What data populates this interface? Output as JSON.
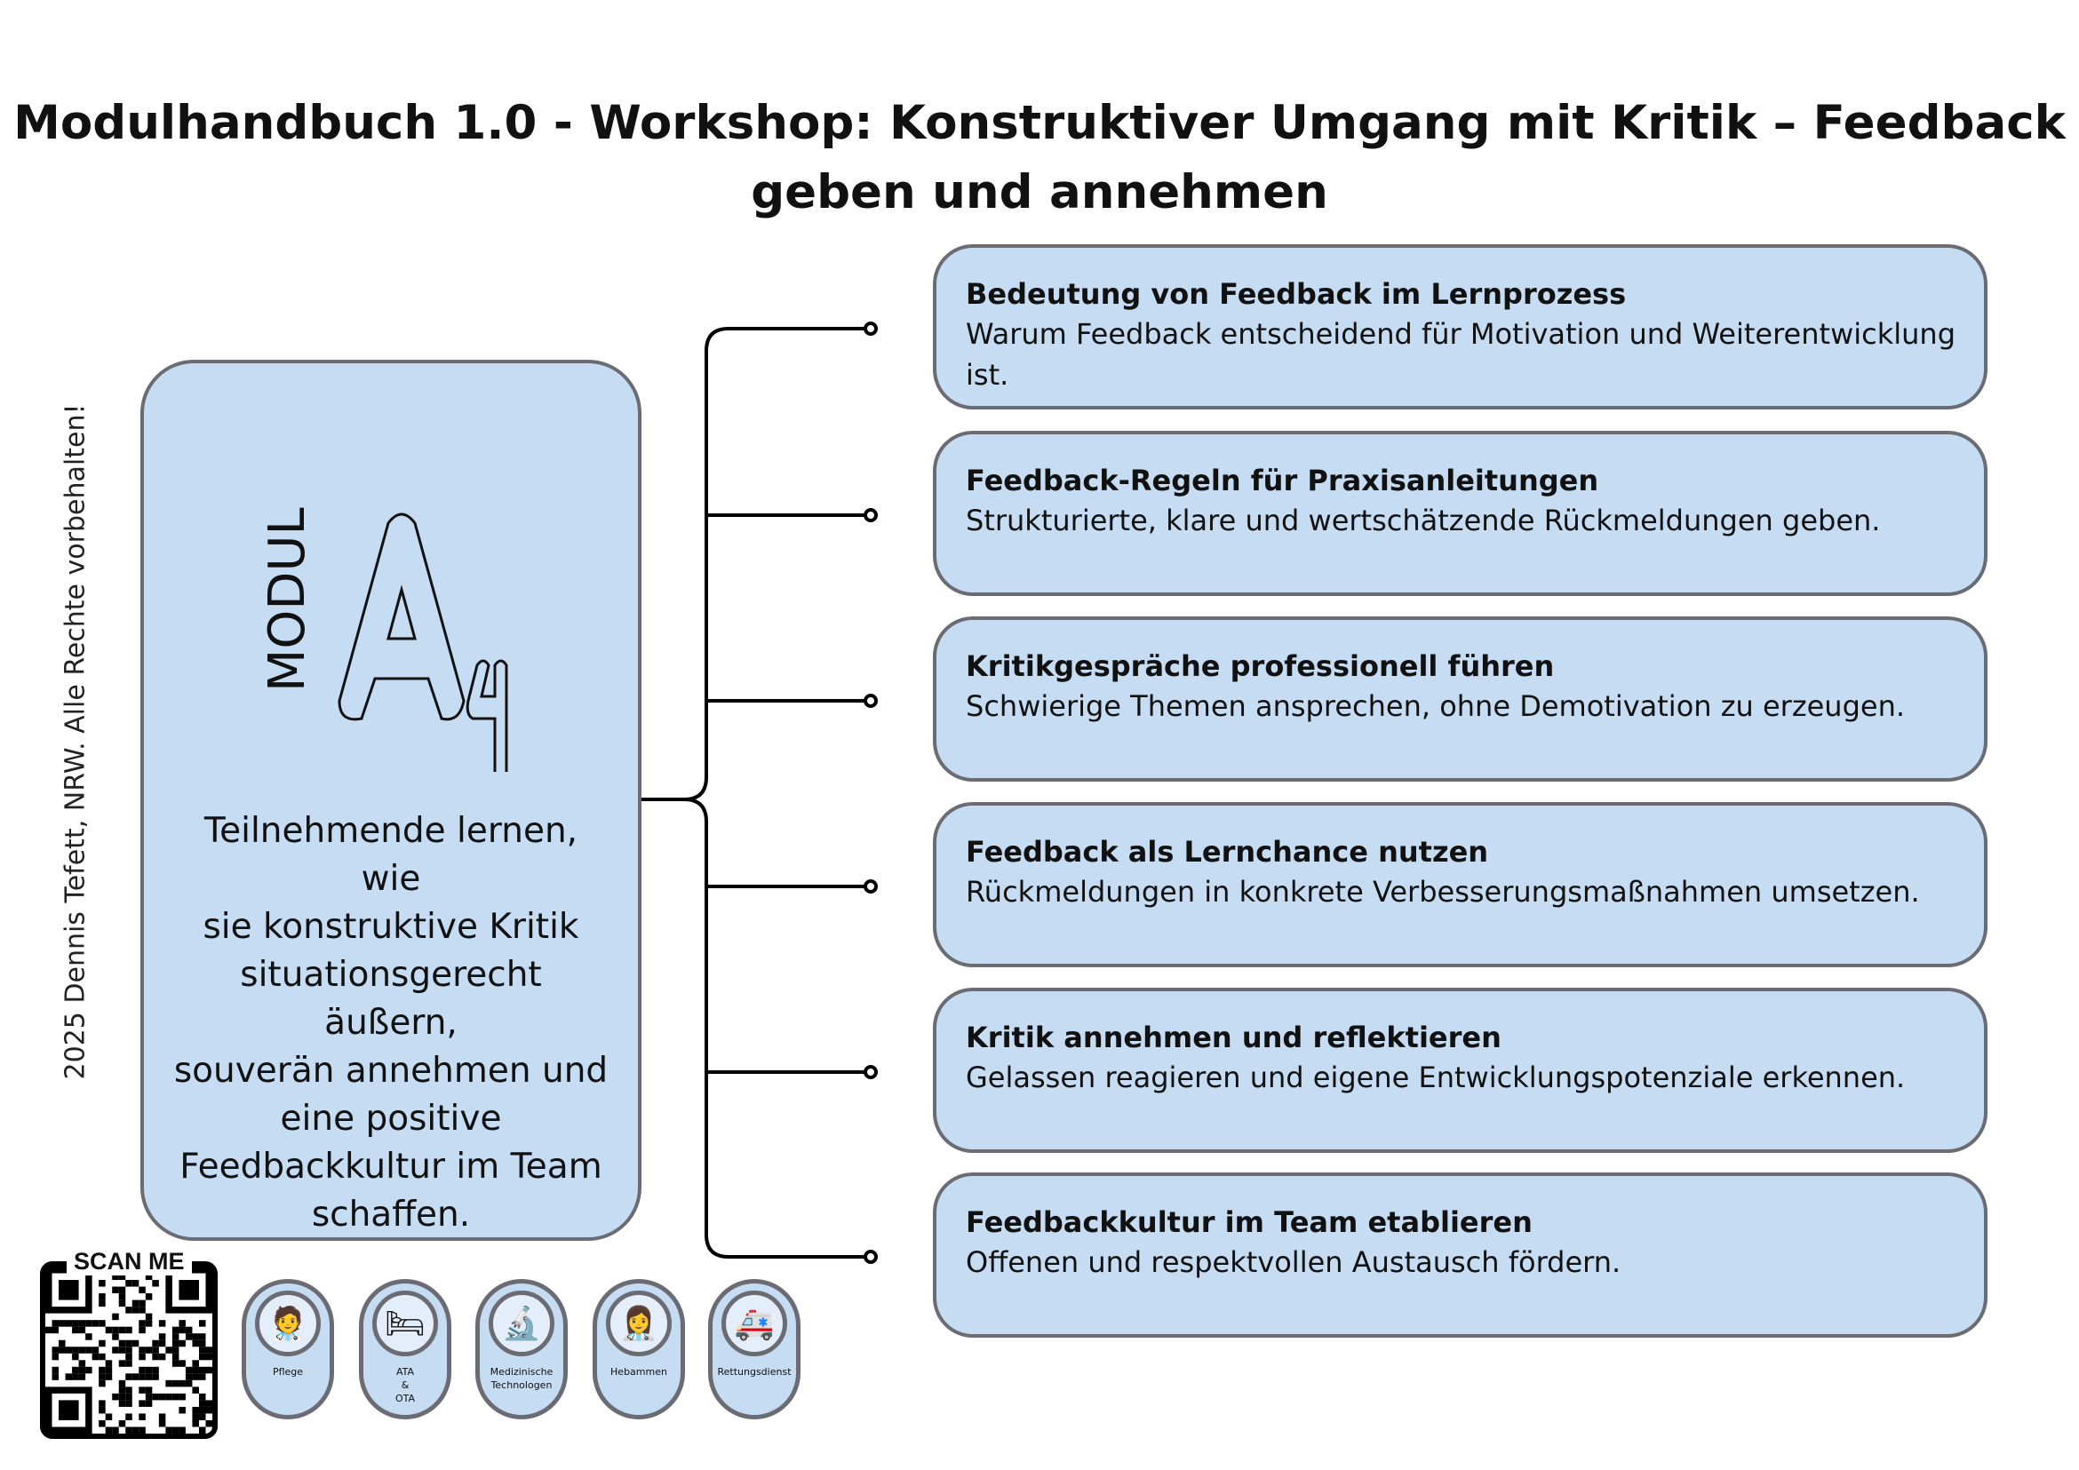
{
  "title": {
    "line1": "Modulhandbuch 1.0 - Workshop: Konstruktiver Umgang mit Kritik – Feedback",
    "line2": "geben und annehmen"
  },
  "copyright": "2025 Dennis Tefett, NRW. Alle Rechte vorbehalten!",
  "module": {
    "logo_word": "MODUL",
    "logo_letter": "A",
    "logo_number": "4",
    "description": [
      "Teilnehmende lernen, wie",
      "sie konstruktive Kritik",
      "situationsgerecht äußern,",
      "souverän annehmen und",
      "eine positive",
      "Feedbackkultur im Team",
      "schaffen."
    ]
  },
  "topics": [
    {
      "title": "Bedeutung von Feedback im Lernprozess",
      "text": "Warum Feedback entscheidend für Motivation und Weiterentwicklung ist."
    },
    {
      "title": "Feedback-Regeln für Praxisanleitungen",
      "text": "Strukturierte, klare und wertschätzende Rückmeldungen geben."
    },
    {
      "title": "Kritikgespräche professionell führen",
      "text": "Schwierige Themen ansprechen, ohne Demotivation zu erzeugen."
    },
    {
      "title": "Feedback als Lernchance nutzen",
      "text": "Rückmeldungen in konkrete Verbesserungsmaßnahmen umsetzen."
    },
    {
      "title": "Kritik annehmen und reflektieren",
      "text": "Gelassen reagieren und eigene Entwicklungspotenziale erkennen."
    },
    {
      "title": "Feedbackkultur im Team etablieren",
      "text": "Offenen und respektvollen Austausch fördern."
    }
  ],
  "qr": {
    "label": "SCAN ME"
  },
  "professions": [
    {
      "label": "Pflege",
      "icon": "nurse-clipboard-icon",
      "glyph": "🧑‍⚕️"
    },
    {
      "label": "ATA\n&\nOTA",
      "icon": "operating-table-icon",
      "glyph": "🛏"
    },
    {
      "label": "Medizinische Technologen",
      "icon": "microscope-icon",
      "glyph": "🔬"
    },
    {
      "label": "Hebammen",
      "icon": "midwife-icon",
      "glyph": "👩‍⚕️"
    },
    {
      "label": "Rettungsdienst",
      "icon": "ambulance-icon",
      "glyph": "🚑"
    }
  ]
}
